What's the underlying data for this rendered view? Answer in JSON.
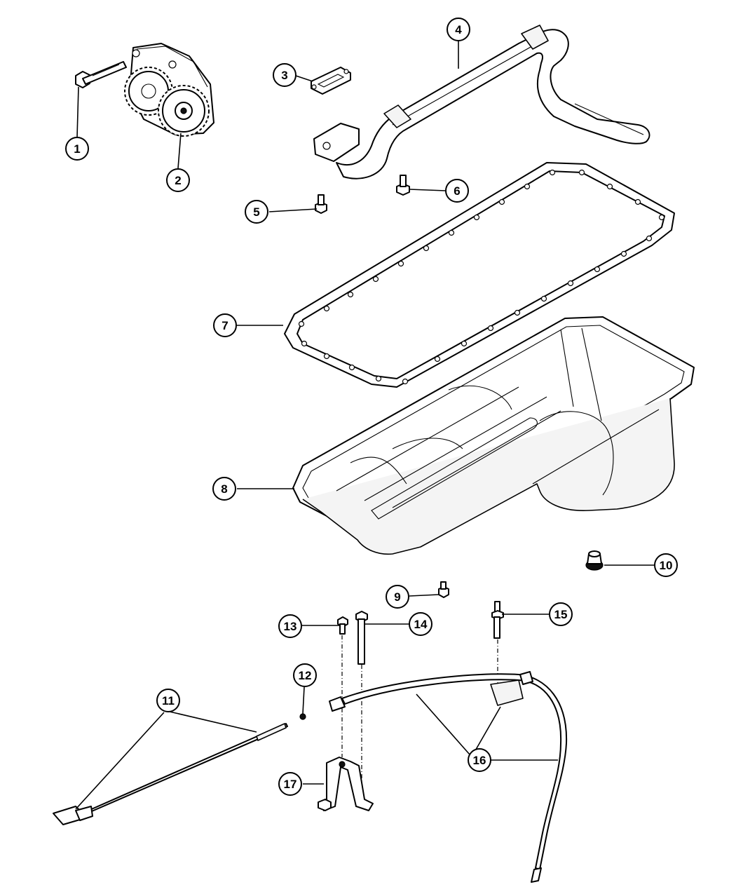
{
  "callouts": [
    {
      "id": "callout-1",
      "label": "1"
    },
    {
      "id": "callout-2",
      "label": "2"
    },
    {
      "id": "callout-3",
      "label": "3"
    },
    {
      "id": "callout-4",
      "label": "4"
    },
    {
      "id": "callout-5",
      "label": "5"
    },
    {
      "id": "callout-6",
      "label": "6"
    },
    {
      "id": "callout-7",
      "label": "7"
    },
    {
      "id": "callout-8",
      "label": "8"
    },
    {
      "id": "callout-9",
      "label": "9"
    },
    {
      "id": "callout-10",
      "label": "10"
    },
    {
      "id": "callout-11",
      "label": "11"
    },
    {
      "id": "callout-12",
      "label": "12"
    },
    {
      "id": "callout-13",
      "label": "13"
    },
    {
      "id": "callout-14",
      "label": "14"
    },
    {
      "id": "callout-15",
      "label": "15"
    },
    {
      "id": "callout-16",
      "label": "16"
    },
    {
      "id": "callout-17",
      "label": "17"
    }
  ],
  "colors": {
    "line": "#000000",
    "background": "#ffffff"
  }
}
